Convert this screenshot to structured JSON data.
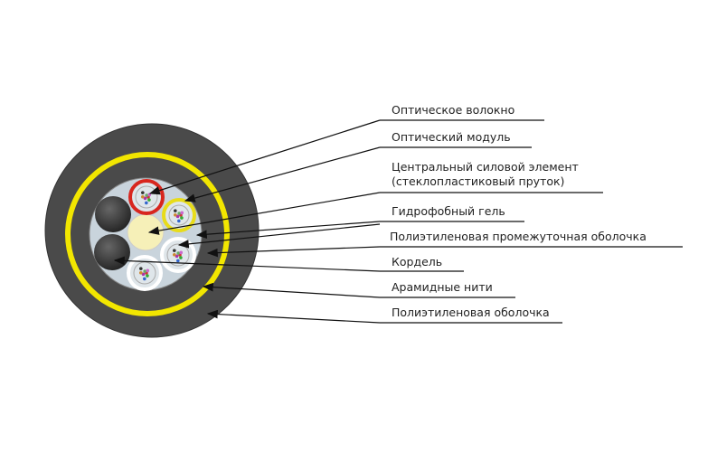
{
  "labels": [
    {
      "id": "fiber",
      "text": "Оптическое волокно"
    },
    {
      "id": "module",
      "text": "Оптический модуль"
    },
    {
      "id": "central",
      "text": "Центральный силовой элемент",
      "text2": "(стеклопластиковый пруток)"
    },
    {
      "id": "gel",
      "text": "Гидрофобный гель"
    },
    {
      "id": "inner-sheath",
      "text": "Полиэтиленовая промежуточная оболочка"
    },
    {
      "id": "cordel",
      "text": "Кордель"
    },
    {
      "id": "aramid",
      "text": "Арамидные нити"
    },
    {
      "id": "outer-sheath",
      "text": "Полиэтиленовая оболочка"
    }
  ],
  "colors": {
    "sheath": "#4a4a4a",
    "aramid": "#f2e600",
    "core": "#c9d4dc",
    "central": "#f6f0b8",
    "module_red": "#d8261e",
    "module_yellow": "#e8dc1a",
    "cordel": "#2e2e2e"
  }
}
